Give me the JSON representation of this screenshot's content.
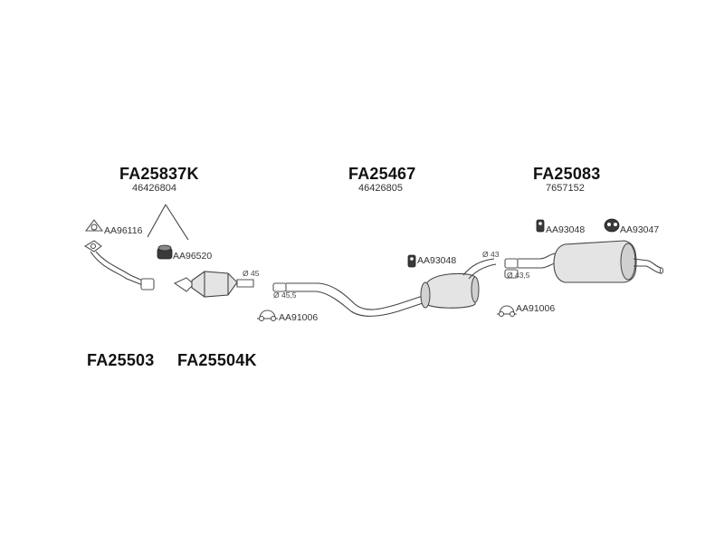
{
  "groups": {
    "front": {
      "code": "FA25837K",
      "number": "46426804"
    },
    "middle": {
      "code": "FA25467",
      "number": "46426805"
    },
    "rear": {
      "code": "FA25083",
      "number": "7657152"
    }
  },
  "bottom_codes": [
    "FA25503",
    "FA25504K"
  ],
  "parts": {
    "gasket_top": "AA96116",
    "rubber_mount_front": "AA96520",
    "clamp_front": "AA91006",
    "hanger_middle": "AA93048",
    "hanger_rear_left": "AA93048",
    "hanger_rear_right": "AA93047",
    "clamp_rear": "AA91006"
  },
  "diameters": {
    "cat_outlet": "Ø 45",
    "mid_inlet": "Ø 45,5",
    "mid_outlet": "Ø 43",
    "rear_inlet": "Ø 43,5"
  }
}
